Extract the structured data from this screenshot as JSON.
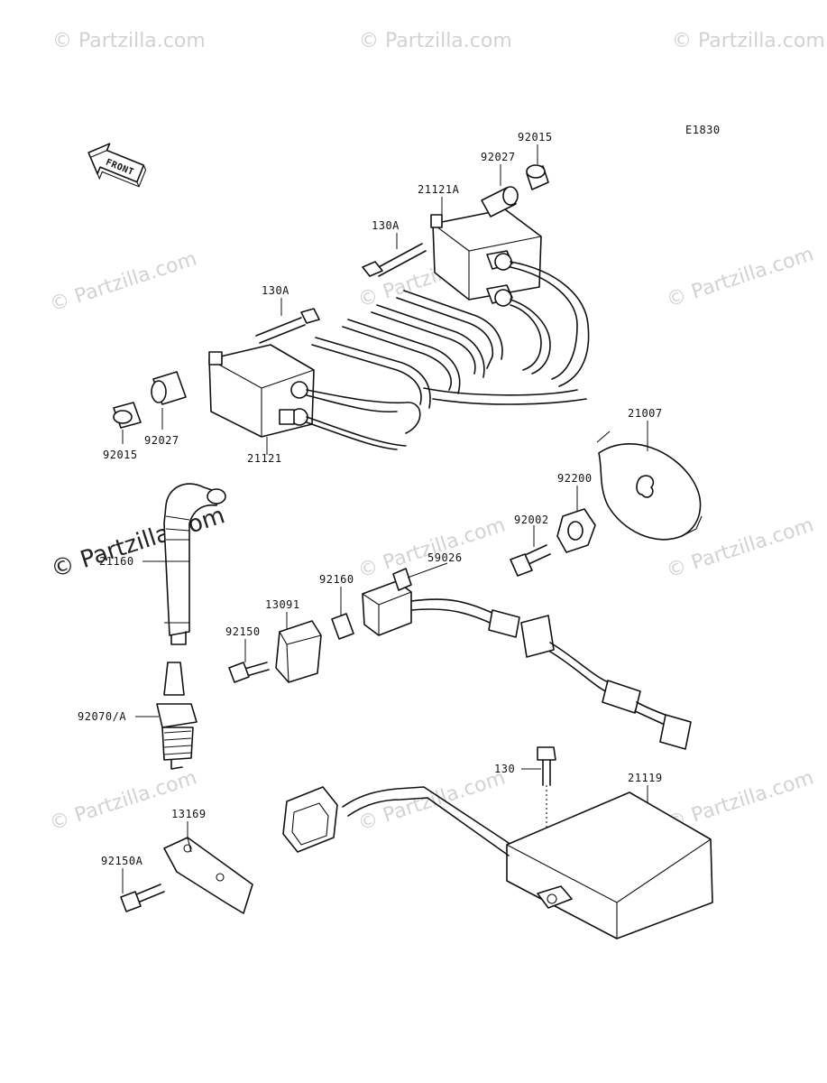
{
  "diagram_code": "E1830",
  "front_label": "FRONT",
  "watermark": "© Partzilla.com",
  "part_labels": {
    "p92015_top": "92015",
    "p92027_top": "92027",
    "p21121A": "21121A",
    "p130A_top": "130A",
    "p130A_left": "130A",
    "p92015_left": "92015",
    "p92027_left": "92027",
    "p21121": "21121",
    "p21007": "21007",
    "p92200": "92200",
    "p92002": "92002",
    "p21160": "21160",
    "p59026": "59026",
    "p92160": "92160",
    "p13091": "13091",
    "p92150": "92150",
    "p92070A": "92070/A",
    "p130": "130",
    "p21119": "21119",
    "p13169": "13169",
    "p92150A": "92150A"
  }
}
